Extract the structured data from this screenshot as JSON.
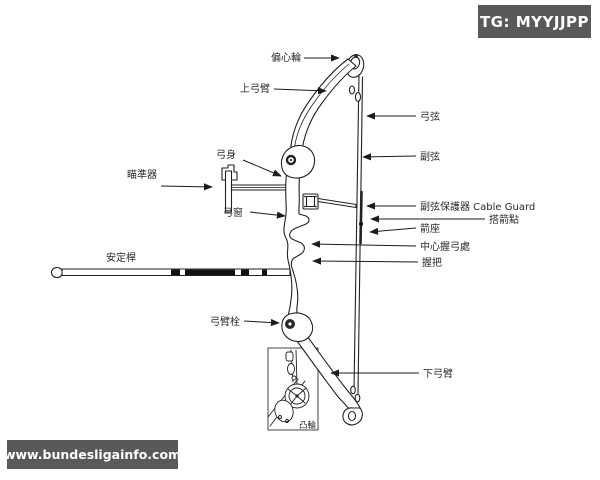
{
  "badge": {
    "text": "TG: MYYJJPP"
  },
  "watermark": {
    "text": "www.bundesligainfo.com"
  },
  "colors": {
    "overlay_bg": "#595959",
    "overlay_text": "#ffffff",
    "line_art": "#222222"
  },
  "diagram": {
    "title": "Compound bow parts diagram",
    "labels": [
      {
        "id": "eccentric-wheel",
        "text": "偏心輪"
      },
      {
        "id": "upper-limb",
        "text": "上弓臂"
      },
      {
        "id": "bowstring",
        "text": "弓弦"
      },
      {
        "id": "cable",
        "text": "副弦"
      },
      {
        "id": "riser",
        "text": "弓身"
      },
      {
        "id": "sight",
        "text": "瞄準器"
      },
      {
        "id": "sight-window",
        "text": "弓窗"
      },
      {
        "id": "cable-guard",
        "text": "副弦保護器 Cable Guard"
      },
      {
        "id": "nocking-point",
        "text": "搭箭點"
      },
      {
        "id": "arrow-rest",
        "text": "箭座"
      },
      {
        "id": "center-grip",
        "text": "中心握弓處"
      },
      {
        "id": "grip",
        "text": "握把"
      },
      {
        "id": "stabilizer",
        "text": "安定桿"
      },
      {
        "id": "limb-bolt",
        "text": "弓臂栓"
      },
      {
        "id": "lower-limb",
        "text": "下弓臂"
      },
      {
        "id": "cam",
        "text": "凸輪"
      }
    ]
  }
}
